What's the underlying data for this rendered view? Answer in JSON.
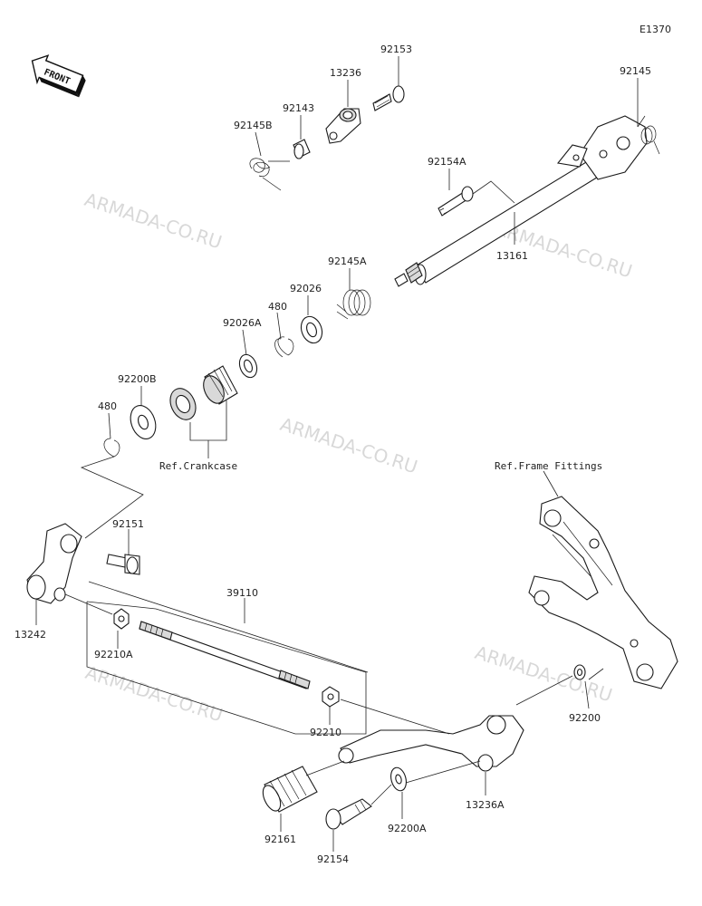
{
  "diagram_code": "E1370",
  "front_label": "FRONT",
  "ref_crankcase": "Ref.Crankcase",
  "ref_frame": "Ref.Frame Fittings",
  "watermark": "ARMADA-CO.RU",
  "parts": {
    "p92153": "92153",
    "p13236": "13236",
    "p92143": "92143",
    "p92145B": "92145B",
    "p92145": "92145",
    "p92154A": "92154A",
    "p13161": "13161",
    "p92145A": "92145A",
    "p92026": "92026",
    "p480a": "480",
    "p92026A": "92026A",
    "p92200B": "92200B",
    "p480b": "480",
    "p92151": "92151",
    "p13242": "13242",
    "p39110": "39110",
    "p92210A": "92210A",
    "p92210": "92210",
    "p92200": "92200",
    "p13236A": "13236A",
    "p92161": "92161",
    "p92154": "92154",
    "p92200A": "92200A"
  }
}
